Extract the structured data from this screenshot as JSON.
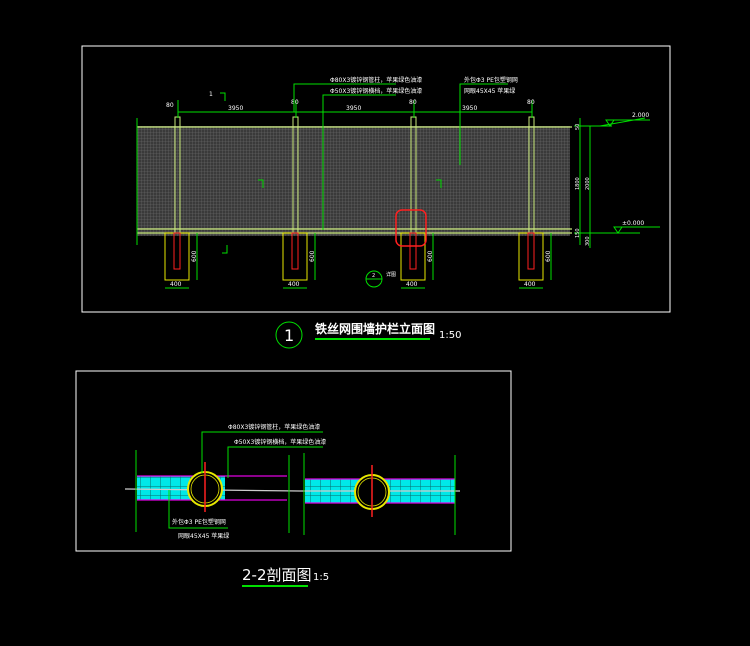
{
  "elevation": {
    "title": "铁丝网围墙护栏立面图",
    "number": "1",
    "scale": "1:50",
    "span_dims": [
      "3950",
      "3950",
      "3950"
    ],
    "post_dims": [
      "80",
      "80",
      "80",
      "80"
    ],
    "footing_width": [
      "400",
      "400",
      "400",
      "400"
    ],
    "footing_depth": [
      "600",
      "600",
      "600",
      "600"
    ],
    "callout_post": "Φ80X3镀锌钢管柱，苹果绿色油漆",
    "callout_rail": "Φ50X3镀锌钢横档，苹果绿色油漆",
    "callout_mesh": "外包Φ3 PE包塑钢网",
    "callout_mesh2": "网眼45X45 苹果绿",
    "level_top": "2.000",
    "level_ground": "±0.000",
    "height_dims": [
      "50",
      "1800",
      "2000",
      "150",
      "300"
    ],
    "section_mark": "1",
    "detail_ref": "2",
    "detail_ref_label": "详图"
  },
  "section": {
    "title": "2-2剖面图",
    "scale": "1:5",
    "callout_post": "Φ80X3镀锌钢管柱，苹果绿色油漆",
    "callout_rail": "Φ50X3镀锌钢横档，苹果绿色油漆",
    "callout_mesh": "外包Φ3 PE包塑钢网",
    "callout_mesh2": "网眼45X45 苹果绿"
  },
  "colors": {
    "line": "#00e000",
    "footing": "#e8e800",
    "rebar": "#ff2020",
    "panel": "#00e8e8",
    "rail": "#e000e0",
    "frame": "#ffffff"
  }
}
